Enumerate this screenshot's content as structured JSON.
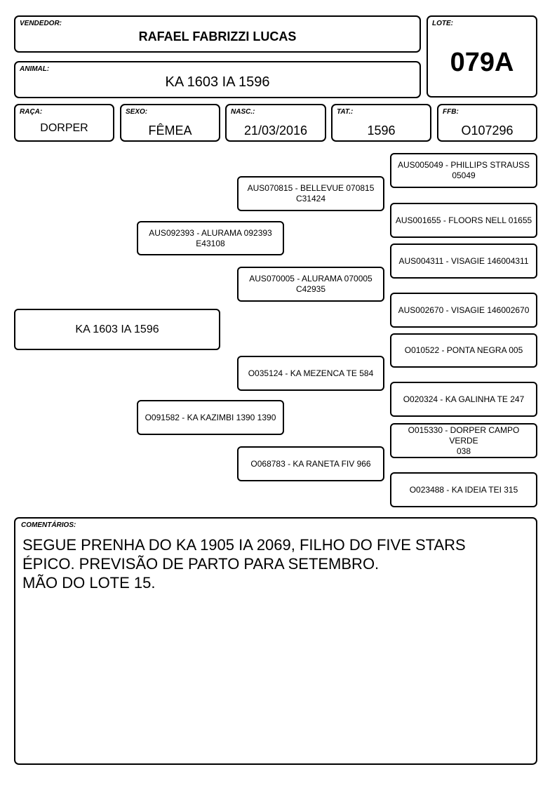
{
  "header": {
    "vendor_label": "VENDEDOR:",
    "vendor": "RAFAEL FABRIZZI LUCAS",
    "lot_label": "LOTE:",
    "lot": "079A",
    "animal_label": "ANIMAL:",
    "animal": "KA 1603 IA 1596"
  },
  "info": {
    "breed_label": "RAÇA:",
    "breed": "DORPER",
    "sex_label": "SEXO:",
    "sex": "FÊMEA",
    "birth_label": "NASC.:",
    "birth": "21/03/2016",
    "tattoo_label": "TAT.:",
    "tattoo": "1596",
    "ffb_label": "FFB:",
    "ffb": "O107296"
  },
  "pedigree": {
    "animal": "KA 1603 IA 1596",
    "sire": "AUS092393 - ALURAMA 092393\nE43108",
    "dam": "O091582 - KA KAZIMBI 1390 1390",
    "sire_sire": "AUS070815 - BELLEVUE 070815\nC31424",
    "sire_dam": "AUS070005 - ALURAMA 070005\nC42935",
    "dam_sire": "O035124 - KA MEZENCA TE 584",
    "dam_dam": "O068783 - KA RANETA FIV 966",
    "ggp": [
      "AUS005049 - PHILLIPS STRAUSS\n05049",
      "AUS001655 - FLOORS NELL 01655",
      "AUS004311 - VISAGIE 146004311",
      "AUS002670 - VISAGIE 146002670",
      "O010522 - PONTA NEGRA 005",
      "O020324 - KA GALINHA TE 247",
      "O015330 - DORPER CAMPO VERDE\n038",
      "O023488 - KA IDEIA TEI 315"
    ]
  },
  "comments": {
    "label": "COMENTÁRIOS:",
    "line1": "SEGUE PRENHA DO KA 1905 IA 2069, FILHO DO FIVE STARS",
    "line2": "ÉPICO. PREVISÃO DE PARTO PARA SETEMBRO.",
    "line3": "MÃO DO LOTE 15."
  }
}
